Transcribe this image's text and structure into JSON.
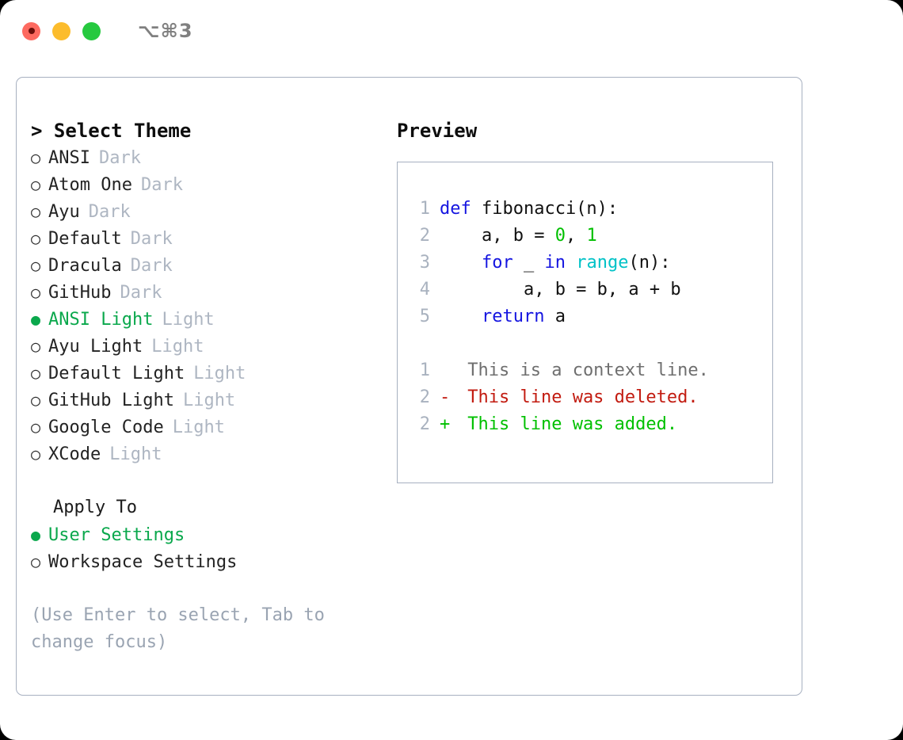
{
  "window": {
    "shortcut": "⌥⌘3",
    "traffic_lights": [
      "close-button",
      "minimize-button",
      "zoom-button"
    ]
  },
  "theme_panel": {
    "heading": "> Select Theme",
    "selected_marker": "●",
    "unselected_marker": "○",
    "accent_color": "#0aa84c",
    "themes": [
      {
        "name": "ANSI",
        "variant": "Dark",
        "selected": false
      },
      {
        "name": "Atom One",
        "variant": "Dark",
        "selected": false
      },
      {
        "name": "Ayu",
        "variant": "Dark",
        "selected": false
      },
      {
        "name": "Default",
        "variant": "Dark",
        "selected": false
      },
      {
        "name": "Dracula",
        "variant": "Dark",
        "selected": false
      },
      {
        "name": "GitHub",
        "variant": "Dark",
        "selected": false
      },
      {
        "name": "ANSI Light",
        "variant": "Light",
        "selected": true
      },
      {
        "name": "Ayu Light",
        "variant": "Light",
        "selected": false
      },
      {
        "name": "Default Light",
        "variant": "Light",
        "selected": false
      },
      {
        "name": "GitHub Light",
        "variant": "Light",
        "selected": false
      },
      {
        "name": "Google Code",
        "variant": "Light",
        "selected": false
      },
      {
        "name": "XCode",
        "variant": "Light",
        "selected": false
      }
    ],
    "apply_to": {
      "title": "Apply To",
      "options": [
        {
          "label": "User Settings",
          "selected": true
        },
        {
          "label": "Workspace Settings",
          "selected": false
        }
      ]
    },
    "hint": "(Use Enter to select, Tab to change focus)"
  },
  "preview": {
    "heading": "Preview",
    "code_lines": [
      {
        "number": "1",
        "tokens": [
          {
            "text": "def ",
            "type": "keyword"
          },
          {
            "text": "fibonacci(n):",
            "type": "plain"
          }
        ]
      },
      {
        "number": "2",
        "tokens": [
          {
            "text": "    a, b = ",
            "type": "plain"
          },
          {
            "text": "0",
            "type": "number"
          },
          {
            "text": ", ",
            "type": "plain"
          },
          {
            "text": "1",
            "type": "number"
          }
        ]
      },
      {
        "number": "3",
        "tokens": [
          {
            "text": "    ",
            "type": "plain"
          },
          {
            "text": "for",
            "type": "keyword"
          },
          {
            "text": " _ ",
            "type": "plain"
          },
          {
            "text": "in",
            "type": "keyword"
          },
          {
            "text": " ",
            "type": "plain"
          },
          {
            "text": "range",
            "type": "builtin"
          },
          {
            "text": "(n):",
            "type": "plain"
          }
        ]
      },
      {
        "number": "4",
        "tokens": [
          {
            "text": "        a, b = b, a + b",
            "type": "plain"
          }
        ]
      },
      {
        "number": "5",
        "tokens": [
          {
            "text": "    ",
            "type": "plain"
          },
          {
            "text": "return",
            "type": "keyword"
          },
          {
            "text": " a",
            "type": "plain"
          }
        ]
      }
    ],
    "diff_lines": [
      {
        "number": "1",
        "sign": " ",
        "text": " This is a context line.",
        "type": "context"
      },
      {
        "number": "2",
        "sign": "-",
        "text": " This line was deleted.",
        "type": "deleted"
      },
      {
        "number": "2",
        "sign": "+",
        "text": " This line was added.",
        "type": "added"
      }
    ]
  }
}
